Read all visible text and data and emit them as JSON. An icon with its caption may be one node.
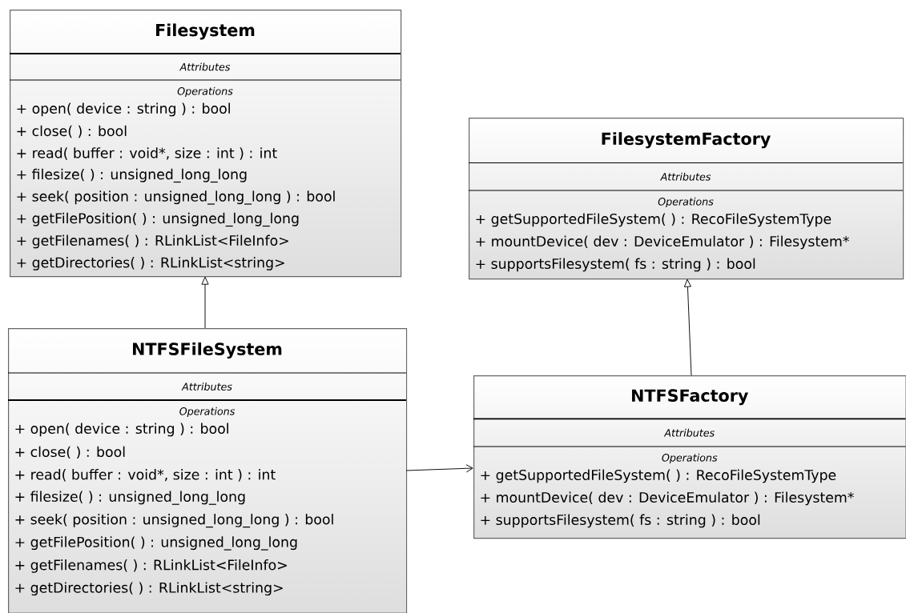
{
  "diagram": {
    "nodes": [
      {
        "text": [
          "Filesystem",
          "Attributes",
          "Operations",
          "+ open( device : string ) : bool",
          "+ close(  ) : bool",
          "+ read( buffer : void*, size : int ) : int",
          "+ filesize(  ) : unsigned_long_long",
          "+ seek( position : unsigned_long_long ) : bool",
          "+ getFilePosition(  ) : unsigned_long_long",
          "+ getFilenames(  ) : RLinkList<FileInfo>",
          "+ getDirectories(  ) : RLinkList<string>"
        ]
      },
      {
        "text": [
          "FilesystemFactory",
          "Attributes",
          "Operations",
          "+ getSupportedFileSystem(  ) : RecoFileSystemType",
          "+ mountDevice( dev : DeviceEmulator ) : Filesystem*",
          "+ supportsFilesystem( fs : string ) : bool"
        ]
      },
      {
        "text": [
          "NTFSFileSystem",
          "Attributes",
          "Operations",
          "+ open( device : string ) : bool",
          "+ close(  ) : bool",
          "+ read( buffer : void*, size : int ) : int",
          "+ filesize(  ) : unsigned_long_long",
          "+ seek( position : unsigned_long_long ) : bool",
          "+ getFilePosition(  ) : unsigned_long_long",
          "+ getFilenames(  ) : RLinkList<FileInfo>",
          "+ getDirectories(  ) : RLinkList<string>"
        ]
      },
      {
        "text": [
          "NTFSFactory",
          "Attributes",
          "Operations",
          "+ getSupportedFileSystem(  ) : RecoFileSystemType",
          "+ mountDevice( dev : DeviceEmulator ) : Filesystem*",
          "+ supportsFilesystem( fs : string ) : bool"
        ]
      }
    ],
    "edges": [
      {
        "from": 2,
        "to": 0,
        "arrow": "to"
      },
      {
        "from": 3,
        "to": 1,
        "arrow": "to"
      },
      {
        "from": 2,
        "to": 3,
        "arrow": "to"
      }
    ]
  }
}
